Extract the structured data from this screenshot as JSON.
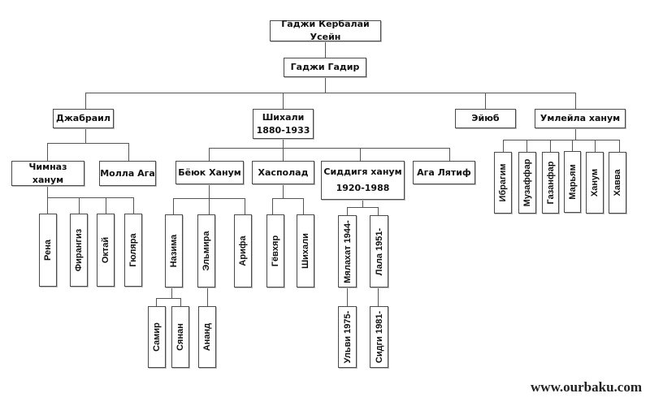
{
  "diagram": {
    "type": "family-tree",
    "root": "Гаджи Кербалай Усейн",
    "gen1": "Гаджи Гадир",
    "gen2": [
      {
        "name": "Джабраил",
        "children": [
          {
            "name": "Чимназ ханум",
            "children": [
              "Рена",
              "Фирангиз",
              "Октай",
              "Гюляра"
            ]
          },
          {
            "name": "Молла Ага",
            "children": []
          }
        ]
      },
      {
        "name": "Шихали",
        "years": "1880-1933",
        "children": [
          {
            "name": "Бёюк Ханум",
            "children": [
              {
                "name": "Назима",
                "children": [
                  "Самир",
                  "Сянан"
                ]
              },
              {
                "name": "Эльмира",
                "children": [
                  "Ананд"
                ]
              },
              {
                "name": "Арифа",
                "children": []
              }
            ]
          },
          {
            "name": "Хасполад",
            "children": [
              "Гёвхяр",
              "Шихали"
            ]
          },
          {
            "name": "Сиддигя ханум",
            "years": "1920-1988",
            "children": [
              {
                "name": "Мялахат 1944-",
                "children": [
                  "Ульви 1975-"
                ]
              },
              {
                "name": "Лала 1951-",
                "children": [
                  "Сидги 1981-"
                ]
              }
            ]
          },
          {
            "name": "Ага Лятиф",
            "children": []
          }
        ]
      },
      {
        "name": "Эйюб",
        "children": []
      },
      {
        "name": "Умлейла ханум",
        "children": [
          "Ибрагим",
          "Музаффар",
          "Газанфар",
          "Марьям",
          "Ханум",
          "Хавва"
        ]
      }
    ]
  },
  "watermark": "www.ourbaku.com"
}
